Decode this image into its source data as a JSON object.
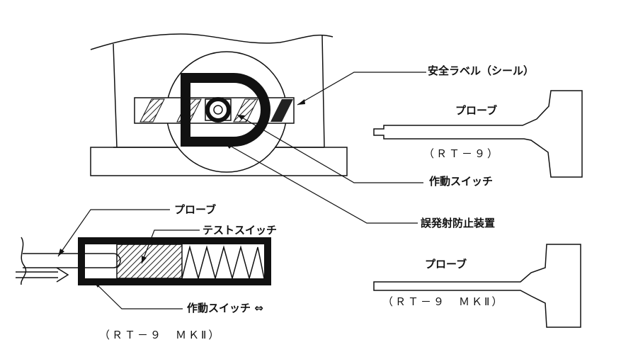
{
  "labels": {
    "safety_label": "安全ラベル（シール）",
    "probe_top": "プローブ",
    "rt9": "（ＲＴ－９）",
    "operating_switch": "作動スイッチ",
    "misfire_device": "誤発射防止装置",
    "probe_mid": "プローブ",
    "test_switch": "テストスイッチ",
    "operating_switch_2": "作動スイッチ ⇔",
    "rt9_mk2_left": "（ＲＴ－９　ＭＫⅡ）",
    "probe_right": "プローブ",
    "rt9_mk2_right": "（ＲＴ－９　ＭＫⅡ）"
  }
}
